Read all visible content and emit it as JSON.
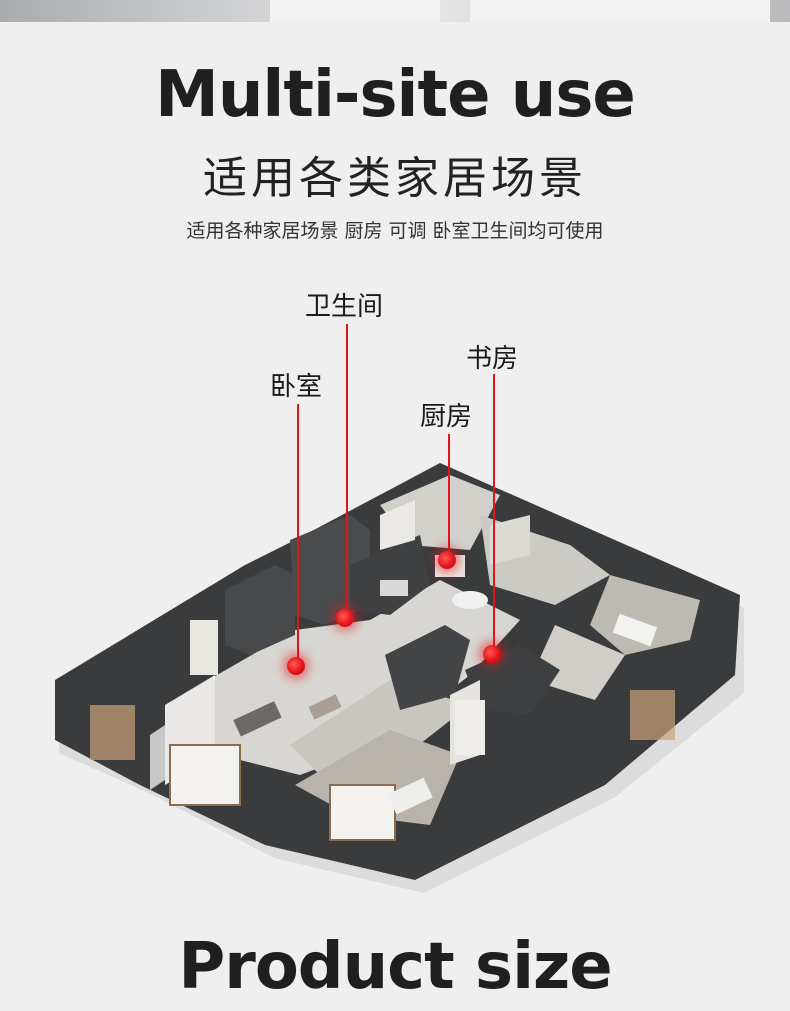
{
  "header": {
    "title_en": "Multi-site use",
    "title_cn": "适用各类家居场景",
    "subtitle": "适用各种家居场景 厨房 可调 卧室卫生间均可使用"
  },
  "rooms": {
    "bathroom": "卫生间",
    "study": "书房",
    "bedroom": "卧室",
    "kitchen": "厨房"
  },
  "footer": {
    "title": "Product size"
  },
  "colors": {
    "background": "#efefef",
    "pin": "#e0151a",
    "wall": "#3a3b3d",
    "floor": "#dcdcdc"
  }
}
